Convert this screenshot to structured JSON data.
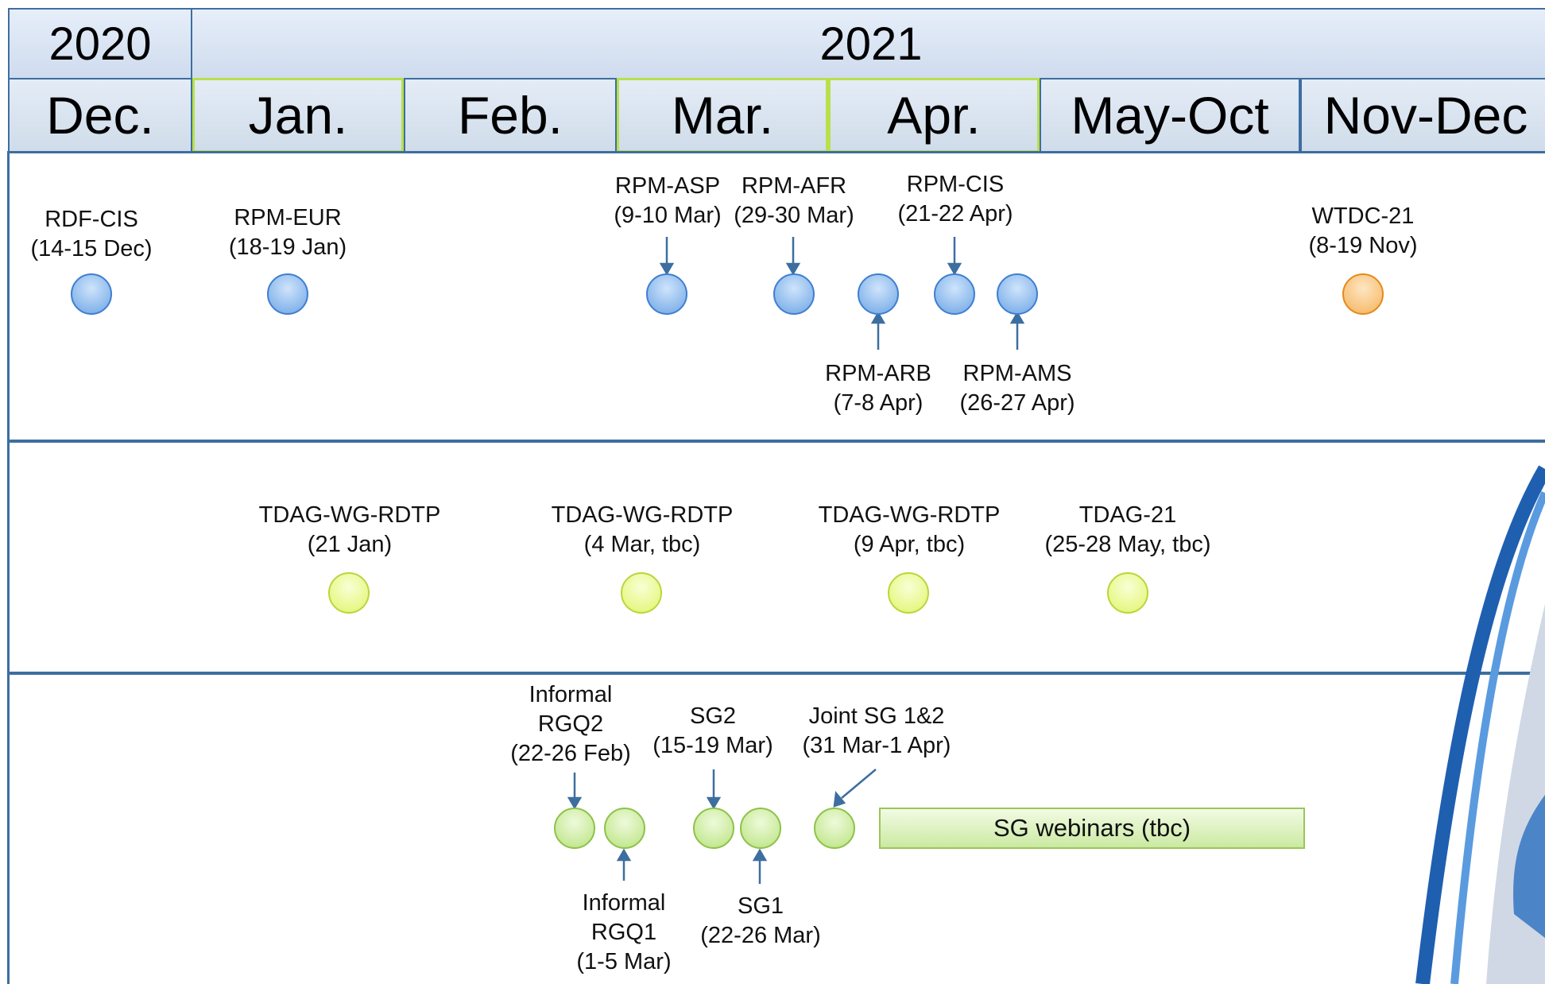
{
  "years": {
    "y2020": "2020",
    "y2021": "2021"
  },
  "months": [
    "Dec.",
    "Jan.",
    "Feb.",
    "Mar.",
    "Apr.",
    "May-Oct",
    "Nov-Dec"
  ],
  "row1": {
    "rdf_cis": {
      "name": "RDF-CIS",
      "date": "(14-15 Dec)"
    },
    "rpm_eur": {
      "name": "RPM-EUR",
      "date": "(18-19 Jan)"
    },
    "rpm_asp": {
      "name": "RPM-ASP",
      "date": "(9-10 Mar)"
    },
    "rpm_afr": {
      "name": "RPM-AFR",
      "date": "(29-30 Mar)"
    },
    "rpm_cis": {
      "name": "RPM-CIS",
      "date": "(21-22 Apr)"
    },
    "wtdc": {
      "name": "WTDC-21",
      "date": "(8-19 Nov)"
    },
    "rpm_arb": {
      "name": "RPM-ARB",
      "date": "(7-8 Apr)"
    },
    "rpm_ams": {
      "name": "RPM-AMS",
      "date": "(26-27 Apr)"
    }
  },
  "row2": {
    "tdag1": {
      "name": "TDAG-WG-RDTP",
      "date": "(21 Jan)"
    },
    "tdag2": {
      "name": "TDAG-WG-RDTP",
      "date": "(4 Mar, tbc)"
    },
    "tdag3": {
      "name": "TDAG-WG-RDTP",
      "date": "(9 Apr, tbc)"
    },
    "tdag21": {
      "name": "TDAG-21",
      "date": "(25-28 May, tbc)"
    }
  },
  "row3": {
    "rgq2": {
      "line1": "Informal",
      "line2": "RGQ2",
      "date": "(22-26 Feb)"
    },
    "sg2": {
      "name": "SG2",
      "date": "(15-19 Mar)"
    },
    "joint": {
      "name": "Joint SG 1&2",
      "date": "(31 Mar-1 Apr)"
    },
    "rgq1": {
      "line1": "Informal",
      "line2": "RGQ1",
      "date": "(1-5 Mar)"
    },
    "sg1": {
      "name": "SG1",
      "date": "(22-26 Mar)"
    },
    "webinars": "SG webinars (tbc)"
  },
  "colors": {
    "border": "#3d6ea0",
    "rpm": "#8ab8ec",
    "wtdc": "#f8c27a",
    "tdag": "#e8f88a",
    "sg": "#c9ea9a"
  }
}
